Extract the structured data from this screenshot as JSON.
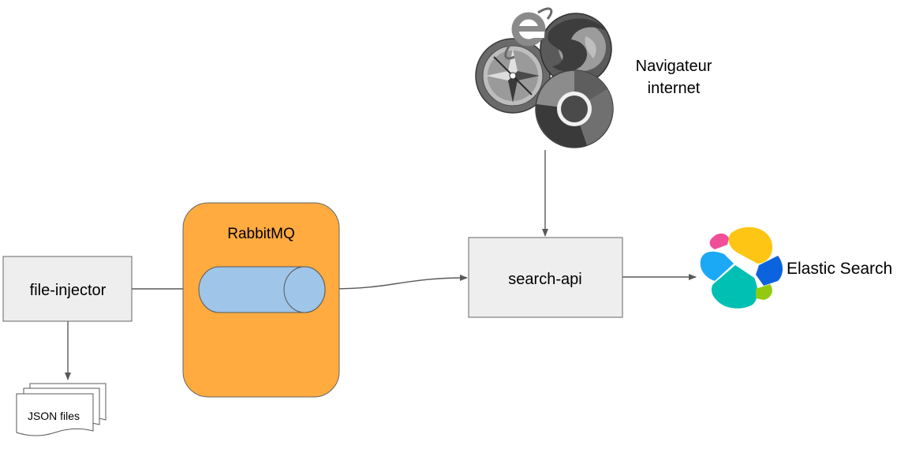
{
  "nodes": {
    "file_injector": {
      "label": "file-injector"
    },
    "rabbitmq": {
      "label": "RabbitMQ"
    },
    "search_api": {
      "label": "search-api"
    },
    "json_files": {
      "label": "JSON files"
    },
    "browser": {
      "line1": "Navigateur",
      "line2": "internet"
    },
    "elastic": {
      "label": "Elastic Search"
    }
  },
  "colors": {
    "box_fill": "#eeeeee",
    "box_stroke": "#666666",
    "rabbit_fill": "#ffab40",
    "queue_fill": "#9fc5e8",
    "edge": "#595959"
  },
  "icons": {
    "browser": "browser-logos-icon",
    "elastic": "elasticsearch-logo-icon",
    "documents": "stacked-documents-icon"
  }
}
